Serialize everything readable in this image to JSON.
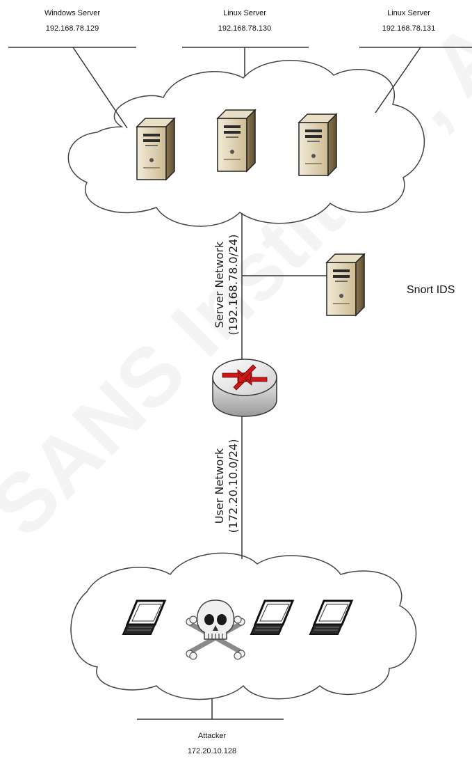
{
  "servers": {
    "windows": {
      "name": "Windows Server",
      "ip": "192.168.78.129"
    },
    "linux1": {
      "name": "Linux Server",
      "ip": "192.168.78.130"
    },
    "linux2": {
      "name": "Linux Server",
      "ip": "192.168.78.131"
    }
  },
  "ids": {
    "label": "Snort IDS"
  },
  "networks": {
    "server": {
      "name": "Server Network",
      "cidr": "(192.168.78.0/24)"
    },
    "user": {
      "name": "User Network",
      "cidr": "(172.20.10.0/24)"
    }
  },
  "attacker": {
    "name": "Attacker",
    "ip": "172.20.10.128"
  },
  "watermark": {
    "text": "SANS Institute, Author retains full rights."
  },
  "colors": {
    "line": "#333333",
    "cloud_stroke": "#444444",
    "server_body": "#c9b894",
    "router_arrow": "#d01818"
  },
  "icons": {
    "server": "tower-server-icon",
    "router": "router-icon",
    "laptop": "laptop-icon",
    "skull": "skull-crossbones-icon"
  }
}
